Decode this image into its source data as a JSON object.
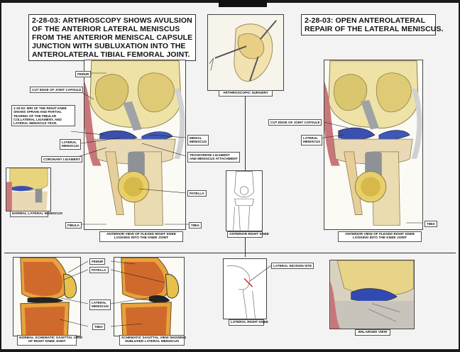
{
  "left_title": [
    "2-28-03: ARTHROSCOPY SHOWS AVULSION",
    "OF THE ANTERIOR LATERAL MENISCUS",
    "FROM THE ANTERIOR MENISCAL CAPSULE",
    "JUNCTION WITH SUBLUXATION INTO THE",
    "ANTEROLATERAL TIBIAL FEMORAL JOINT."
  ],
  "right_title": [
    "2-28-03: OPEN ANTEROLATERAL",
    "REPAIR OF THE LATERAL MENISCUS."
  ],
  "labels": {
    "femur": "FEMUR",
    "cut_edge_left": "CUT EDGE OF JOINT CAPSULE",
    "mri_note": [
      "1-20-03: MRI OF THE RIGHT KNEE",
      "SHOWS SPRAIN AND PARTIAL",
      "TEARING OF THE FIBULAR",
      "COLLATERAL LIGAMENT, AND",
      "LATERAL MENISCUS TEAR."
    ],
    "lateral_meniscus_left": [
      "LATERAL",
      "MENISCUS"
    ],
    "coronary_ligament": "CORONARY LIGAMENT",
    "medial_meniscus": [
      "MEDIAL",
      "MENISCUS"
    ],
    "transverse_ligament": [
      "TRANSVERSE LIGAMENT",
      "AND MENISCUS ATTACHMENT"
    ],
    "patella": "PATELLA",
    "fibula": "FIBULA",
    "tibia_left": "TIBIA",
    "cut_edge_right": "CUT EDGE OF JOINT CAPSULE",
    "lateral_meniscus_right": [
      "LATERAL",
      "MENISCUS"
    ],
    "tibia_right": "TIBIA",
    "femur_sag": "FEMUR",
    "patella_sag": "PATELLA",
    "lateral_meniscus_sag": [
      "LATERAL",
      "MENISCUS"
    ],
    "tibia_sag": "TIBIA",
    "lateral_incision": "LATERAL INCISION SITE"
  },
  "captions": {
    "arthroscopic_surgery": "ARTHROSCOPIC SURGERY",
    "anterior_view_left": [
      "ANTERIOR VIEW OF FLEXED RIGHT KNEE",
      "LOOKING INTO THE KNEE JOINT"
    ],
    "anterior_view_right": [
      "ANTERIOR VIEW OF FLEXED RIGHT KNEE",
      "LOOKING INTO THE KNEE JOINT"
    ],
    "normal_lateral_meniscus": "NORMAL LATERAL MENISCUS",
    "anterior_right_knee": "ANTERIOR RIGHT KNEE",
    "lateral_right_knee": "LATERAL RIGHT KNEE",
    "enlarged_view": "ENLARGED VIEW",
    "normal_sagittal": [
      "NORMAL SCHEMATIC SAGITTAL VIEW",
      "OF RIGHT KNEE JOINT"
    ],
    "subluxed_sagittal": [
      "SCHEMATIC SAGITTAL VIEW SHOWING",
      "SUBLUXED LATERAL MENISCUS"
    ]
  }
}
